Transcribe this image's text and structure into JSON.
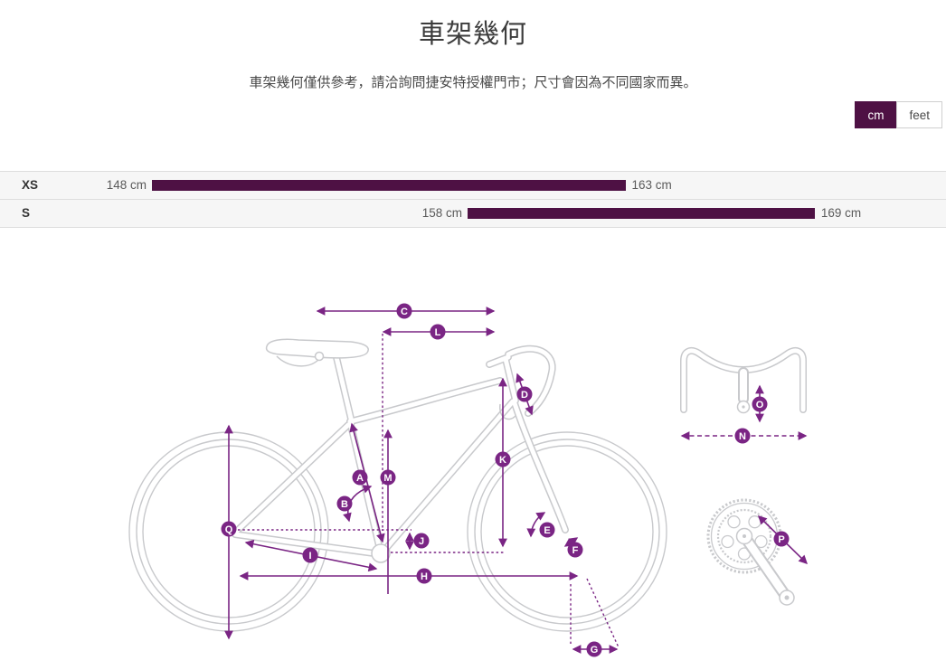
{
  "page": {
    "title": "車架幾何",
    "subtitle": "車架幾何僅供參考，請洽詢問捷安特授權門市；尺寸會因為不同國家而異。"
  },
  "unit_toggle": {
    "options": [
      {
        "label": "cm",
        "selected": true
      },
      {
        "label": "feet",
        "selected": false
      }
    ]
  },
  "chart_data": {
    "type": "bar",
    "title": "rider height range by frame size",
    "unit": "cm",
    "xlim": [
      148,
      169
    ],
    "categories": [
      "XS",
      "S"
    ],
    "rows": [
      {
        "size": "XS",
        "min": 148,
        "max": 163,
        "min_label": "148 cm",
        "max_label": "163 cm"
      },
      {
        "size": "S",
        "min": 158,
        "max": 169,
        "min_label": "158 cm",
        "max_label": "169 cm"
      }
    ]
  },
  "diagram": {
    "labels": {
      "a": "A",
      "b": "B",
      "c": "C",
      "d": "D",
      "e": "E",
      "f": "F",
      "g": "G",
      "h": "H",
      "i": "I",
      "j": "J",
      "k": "K",
      "l": "L",
      "m": "M",
      "n": "N",
      "o": "O",
      "p": "P",
      "q": "Q"
    }
  },
  "colors": {
    "accent_purple": "#7a2584",
    "bar_plum": "#4e1144",
    "frame_gray": "#c8c9cc"
  }
}
